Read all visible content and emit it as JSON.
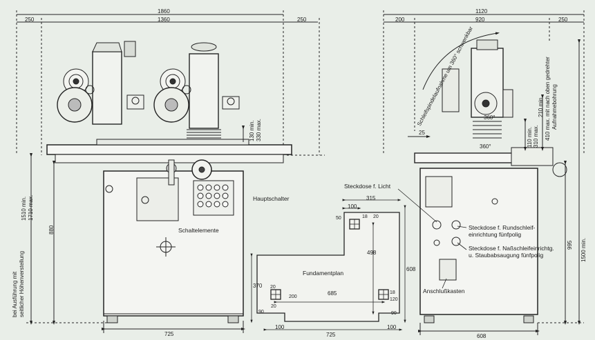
{
  "dims": {
    "top_left": [
      "250",
      "1860",
      "1360",
      "250"
    ],
    "top_right": [
      "200",
      "1120",
      "920",
      "250"
    ],
    "bottom_left": [
      "725"
    ],
    "bottom_center": [
      "100",
      "725",
      "100"
    ],
    "bottom_right": [
      "608"
    ],
    "fundament_top": [
      "315",
      "100"
    ],
    "fundament_small": [
      "50",
      "18",
      "20"
    ],
    "fundament_mid": [
      "498",
      "608",
      "370",
      "20",
      "200",
      "685",
      "90",
      "20",
      "18",
      "120",
      "90"
    ],
    "left_vertical": [
      "1510 min.",
      "1710 max.",
      "880"
    ],
    "mid_vertical": [
      "130 min.",
      "330 max."
    ],
    "right_vertical": [
      "110 min.",
      "310 max.",
      "210 min.",
      "410 max. mit nach oben gedrehter",
      "Aufnahmebohrung",
      "995",
      "1500 min.",
      "25"
    ]
  },
  "labels": {
    "hauptschalter": "Hauptschalter",
    "schaltelemente": "Schaltelemente",
    "fundamentplan": "Fundamentplan",
    "steckdose_licht": "Steckdose f. Licht",
    "steckdose_rund_1": "Steckdose f. Rundschleif-",
    "steckdose_rund_2": "einrichtung fünfpolig",
    "steckdose_nass_1": "Steckdose f. Naßschleifeinrichtg.",
    "steckdose_nass_2": "u. Staubabsaugung fünfpolig",
    "anschlusskasten": "Anschlußkasten",
    "schleifspindel": "Schleifspindelaufnahme um 360° schwenkbar",
    "ausfuehrung_1": "bei Ausführung mit",
    "ausfuehrung_2": "seitlicher Höhenverstellung",
    "deg360_a": "360°",
    "deg360_b": "360°"
  }
}
